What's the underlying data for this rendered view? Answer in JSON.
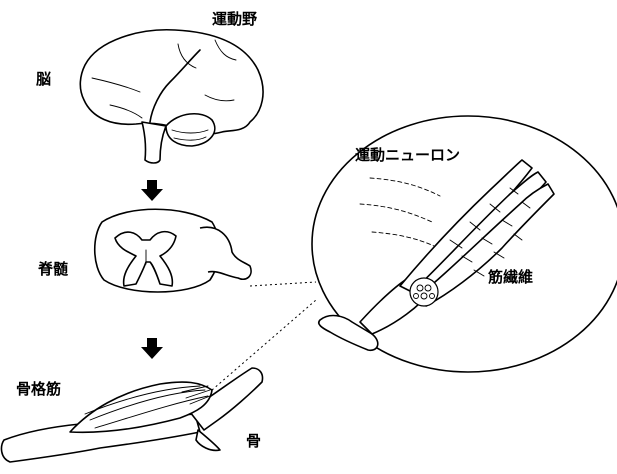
{
  "labels": {
    "motor_cortex": "運動野",
    "brain": "脳",
    "spinal_cord": "脊髄",
    "skeletal_muscle": "骨格筋",
    "bone": "骨",
    "motor_neuron": "運動ニューロン",
    "muscle_fiber": "筋繊維"
  },
  "icons": {
    "arrows": [
      "down-arrow-icon",
      "down-arrow-icon"
    ]
  },
  "colors": {
    "ink": "#000000",
    "background": "#ffffff"
  }
}
